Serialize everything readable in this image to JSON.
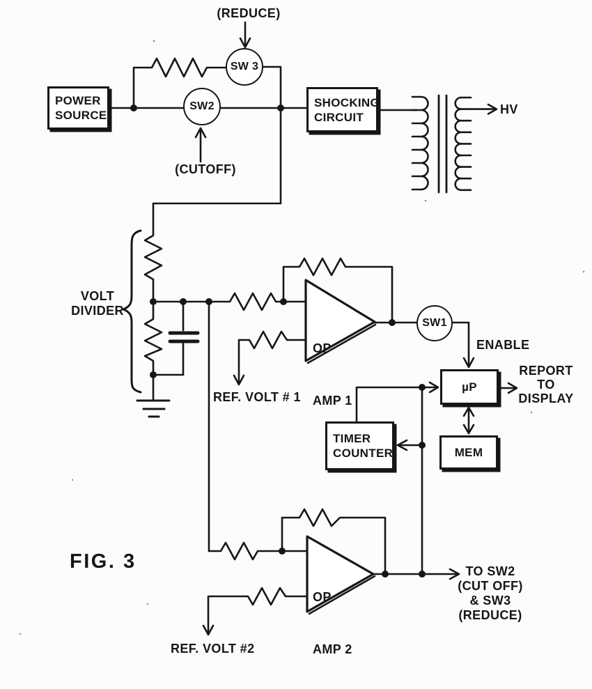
{
  "figure": {
    "label": "FIG. 3"
  },
  "top": {
    "reduce_label": "(REDUCE)",
    "cutoff_label": "(CUTOFF)",
    "sw3": "SW 3",
    "sw2": "SW2",
    "power_source": {
      "line1": "POWER",
      "line2": "SOURCE"
    },
    "shocking_circuit": {
      "line1": "SHOCKING",
      "line2": "CIRCUIT"
    },
    "hv": "HV"
  },
  "middle": {
    "volt_divider": {
      "line1": "VOLT",
      "line2": "DIVIDER"
    },
    "op_amp_1": {
      "line1": "OP",
      "line2": "AMP 1"
    },
    "ref_volt_1": "REF. VOLT # 1",
    "sw1": "SW1",
    "enable": "ENABLE",
    "micro_processor": "µP",
    "report": {
      "line1": "REPORT",
      "line2": "TO",
      "line3": "DISPLAY"
    },
    "mem": "MEM",
    "timer_counter": {
      "line1": "TIMER",
      "line2": "COUNTER"
    }
  },
  "bottom": {
    "op_amp_2": {
      "line1": "OP",
      "line2": "AMP 2"
    },
    "ref_volt_2": "REF. VOLT #2",
    "to_sw": {
      "line1": "TO SW2",
      "line2": "(CUT OFF)",
      "line3": "& SW3",
      "line4": "(REDUCE)"
    }
  },
  "colors": {
    "ink": "#161616",
    "paper": "#fcfcfc"
  }
}
